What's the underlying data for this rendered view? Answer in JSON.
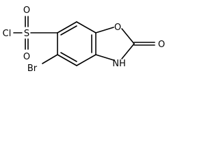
{
  "molecule": {
    "atoms": {
      "cl": "Cl",
      "s": "S",
      "o_sulfonyl_top": "O",
      "o_sulfonyl_bottom": "O",
      "o_ring": "O",
      "o_carbonyl": "O",
      "nh": "NH",
      "br": "Br"
    }
  }
}
